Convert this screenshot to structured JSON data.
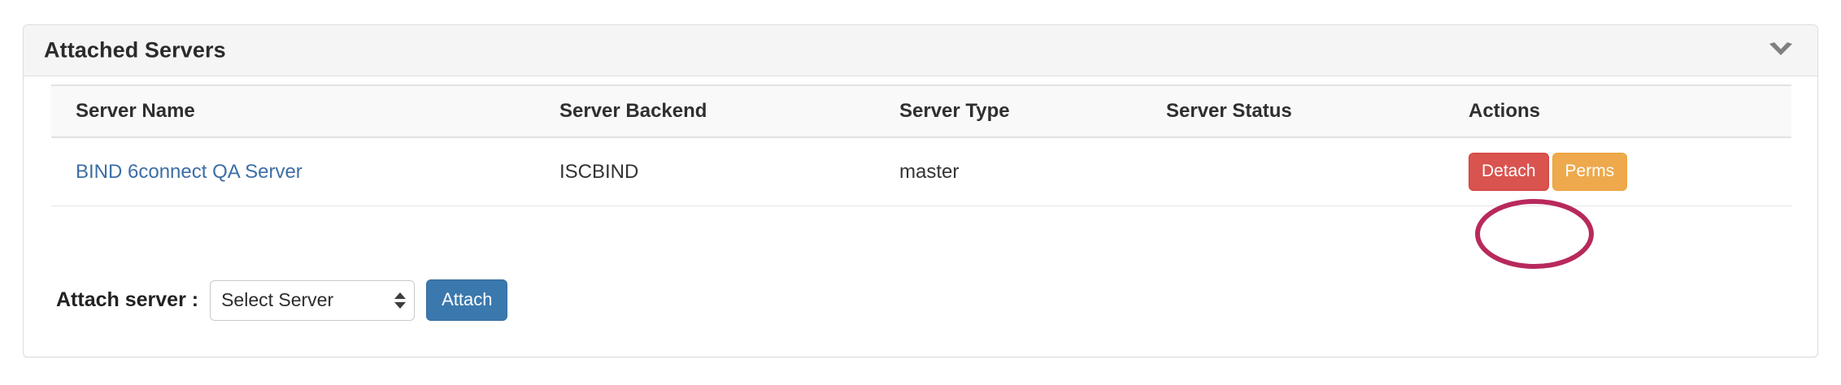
{
  "panel": {
    "title": "Attached Servers",
    "collapse_icon": "chevron-down-icon",
    "collapse_icon_color": "#808080"
  },
  "table": {
    "columns": [
      "Server Name",
      "Server Backend",
      "Server Type",
      "Server Status",
      "Actions"
    ],
    "rows": [
      {
        "server_name": "BIND 6connect QA Server",
        "server_backend": "ISCBIND",
        "server_type": "master",
        "server_status": "",
        "actions": [
          {
            "label": "Detach",
            "style": "danger",
            "color": "#d9534f"
          },
          {
            "label": "Perms",
            "style": "warning",
            "color": "#eda94c"
          }
        ]
      }
    ]
  },
  "attach": {
    "label": "Attach server :",
    "select_value": "Select Server",
    "select_placeholder": "Select Server",
    "button_label": "Attach",
    "button_color": "#3b78ad"
  },
  "annotation": {
    "type": "ellipse-highlight",
    "target": "Detach",
    "color": "#b8295c"
  },
  "colors": {
    "link": "#3d6ea6",
    "panel_header_bg": "#f5f5f5",
    "panel_border": "#dddddd",
    "table_header_bg": "#f9f9f9"
  }
}
